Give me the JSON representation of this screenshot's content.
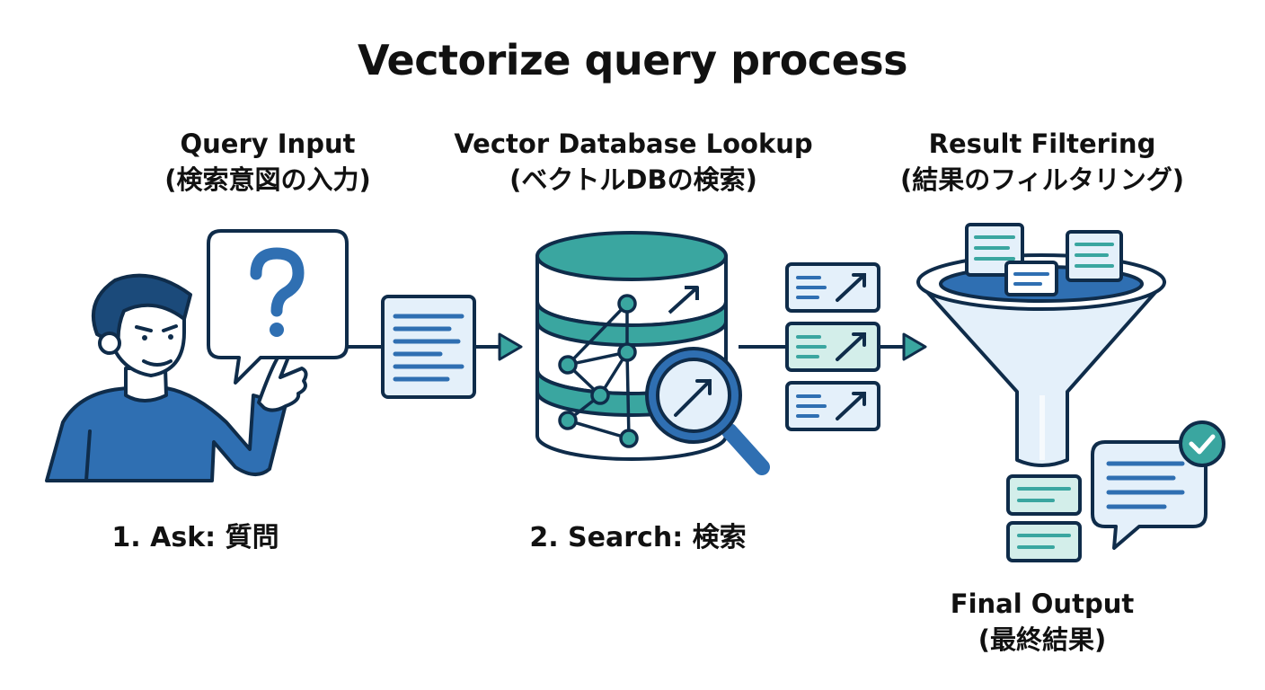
{
  "title": "Vectorize query process",
  "stages": [
    {
      "heading": "Query Input",
      "subheading": "(検索意図の入力)"
    },
    {
      "heading": "Vector Database Lookup",
      "subheading": "(ベクトルDBの検索)"
    },
    {
      "heading": "Result Filtering",
      "subheading": "(結果のフィルタリング)"
    }
  ],
  "steps": [
    {
      "label": "1. Ask: 質問"
    },
    {
      "label": "2. Search: 検索"
    }
  ],
  "final_output": {
    "heading": "Final Output",
    "subheading": "(最終結果)"
  },
  "colors": {
    "outline": "#0f2c4a",
    "accent_teal": "#3aa6a0",
    "accent_blue": "#2f6fb2",
    "pale_blue": "#e4f0fa",
    "pale_teal": "#d3eeea"
  },
  "icons": [
    "person-icon",
    "question-bubble-icon",
    "document-icon",
    "database-icon",
    "magnifier-icon",
    "result-card-icon",
    "funnel-icon",
    "chat-bubble-icon",
    "check-badge-icon"
  ]
}
